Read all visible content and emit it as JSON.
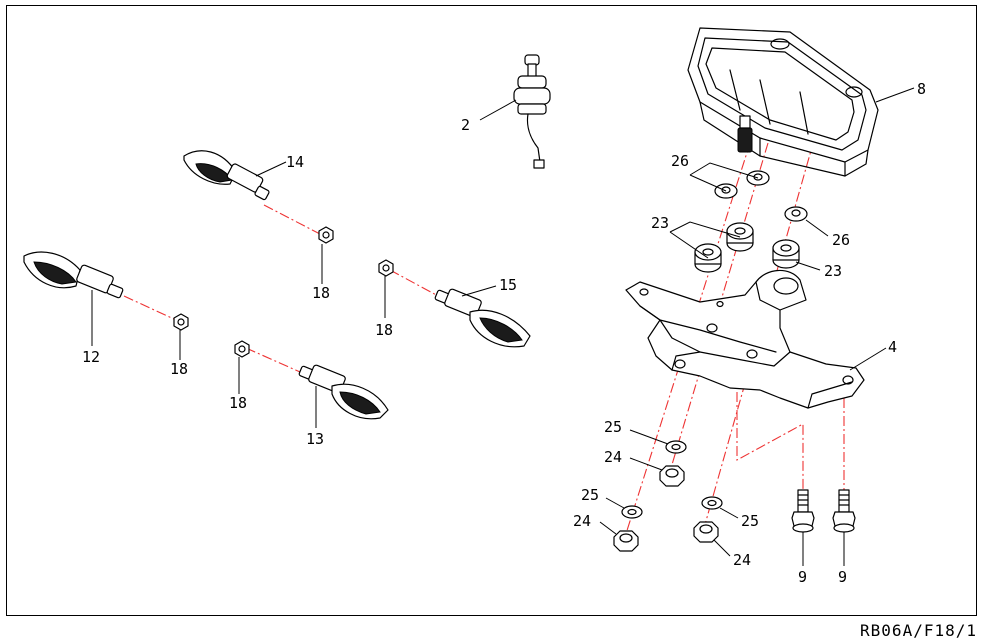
{
  "drawing_code": "RB06A/F18/1",
  "callouts": {
    "c2": "2",
    "c8": "8",
    "c14": "14",
    "c18a": "18",
    "c12": "12",
    "c18b": "18",
    "c15": "15",
    "c18c": "18",
    "c18d": "18",
    "c13": "13",
    "c26a": "26",
    "c23a": "23",
    "c26b": "26",
    "c23b": "23",
    "c4": "4",
    "c25a": "25",
    "c24a": "24",
    "c25b": "25",
    "c24b": "24",
    "c25c": "25",
    "c24c": "24",
    "c9a": "9",
    "c9b": "9"
  },
  "colors": {
    "line": "#000000",
    "axis": "#e33333",
    "background": "#ffffff"
  }
}
